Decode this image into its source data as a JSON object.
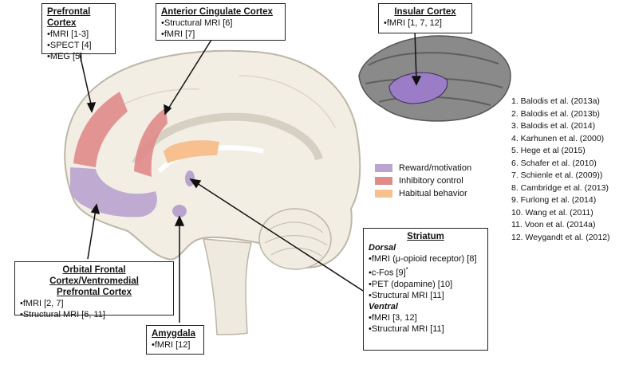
{
  "prefrontal": {
    "title": "Prefrontal Cortex",
    "items": [
      "•fMRI [1-3]",
      "•SPECT [4]",
      "•MEG [5]"
    ]
  },
  "acc": {
    "title": "Anterior Cingulate Cortex",
    "items": [
      "•Structural MRI [6]",
      "•fMRI [7]"
    ]
  },
  "insular": {
    "title": "Insular Cortex",
    "items": [
      "•fMRI [1, 7, 12]"
    ]
  },
  "ofc": {
    "title_line1": "Orbital Frontal Cortex/Ventromedial",
    "title_line2": "Prefrontal Cortex",
    "items": [
      "•fMRI  [2, 7]",
      "•Structural MRI [6, 11]"
    ]
  },
  "amygdala": {
    "title": "Amygdala",
    "items": [
      "•fMRI [12]"
    ]
  },
  "striatum": {
    "title": "Striatum",
    "dorsal_label": "Dorsal",
    "dorsal_items": [
      "•fMRI (μ-opioid receptor) [8]",
      "•c-Fos [9]",
      "•PET (dopamine) [10]",
      "•Structural MRI [11]"
    ],
    "cfos_mark": "*",
    "ventral_label": "Ventral",
    "ventral_items": [
      "•fMRI [3, 12]",
      "•Structural MRI [11]"
    ]
  },
  "legend": [
    {
      "label": "Reward/motivation",
      "color": "#b9a3cf"
    },
    {
      "label": "Inhibitory control",
      "color": "#e08a8a"
    },
    {
      "label": "Habitual behavior",
      "color": "#f7c08e"
    }
  ],
  "references": [
    "1. Balodis et al. (2013a)",
    "2. Balodis et al. (2013b)",
    "3. Balodis et al. (2014)",
    "4. Karhunen et al. (2000)",
    "5. Hege et al (2015)",
    "6. Schafer et al. (2010)",
    "7. Schienle et al. (2009))",
    "8. Cambridge et al. (2013)",
    "9. Furlong et al. (2014)",
    "10. Wang et al. (2011)",
    "11. Voon et al.  (2014a)",
    "12. Weygandt et al. (2012)"
  ]
}
